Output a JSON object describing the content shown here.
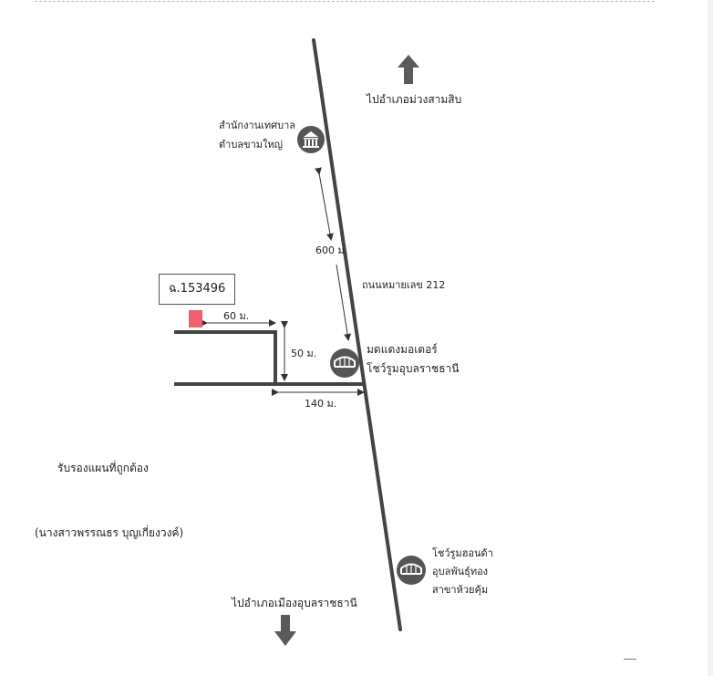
{
  "map": {
    "north_direction": "ไปอำเภอม่วงสามสิบ",
    "south_direction": "ไปอำเภอเมืองอุบลราชธานี",
    "road_name": "ถนนหมายเลข 212",
    "parcel_id": "ฉ.153496",
    "parcel_color": "#f0606e",
    "road_color": "#444444",
    "arrow_color": "#5a5a5a",
    "landmarks": [
      {
        "icon": "municipal-office-icon",
        "line1": "สำนักงานเทศบาล",
        "line2": "ตำบลขามใหญ่"
      },
      {
        "icon": "car-showroom-icon",
        "line1": "มดแดงมอเตอร์",
        "line2": "โชว์รูมอุบลราชธานี"
      },
      {
        "icon": "car-showroom-icon",
        "line1": "โชว์รูมฮอนด้า",
        "line2": "อุบลพันธุ์ทอง",
        "line3": "สาขาห้วยคุ้ม"
      }
    ],
    "distances": {
      "office_to_showroom": "600 ม.",
      "parcel_to_lane_end": "60 ม.",
      "lane_offset": "50 ม.",
      "lane_to_road": "140 ม."
    }
  },
  "certification": {
    "statement": "รับรองแผนที่ถูกต้อง",
    "signer": "(นางสาวพรรณธร บุญเกี่ยงวงค์)"
  }
}
